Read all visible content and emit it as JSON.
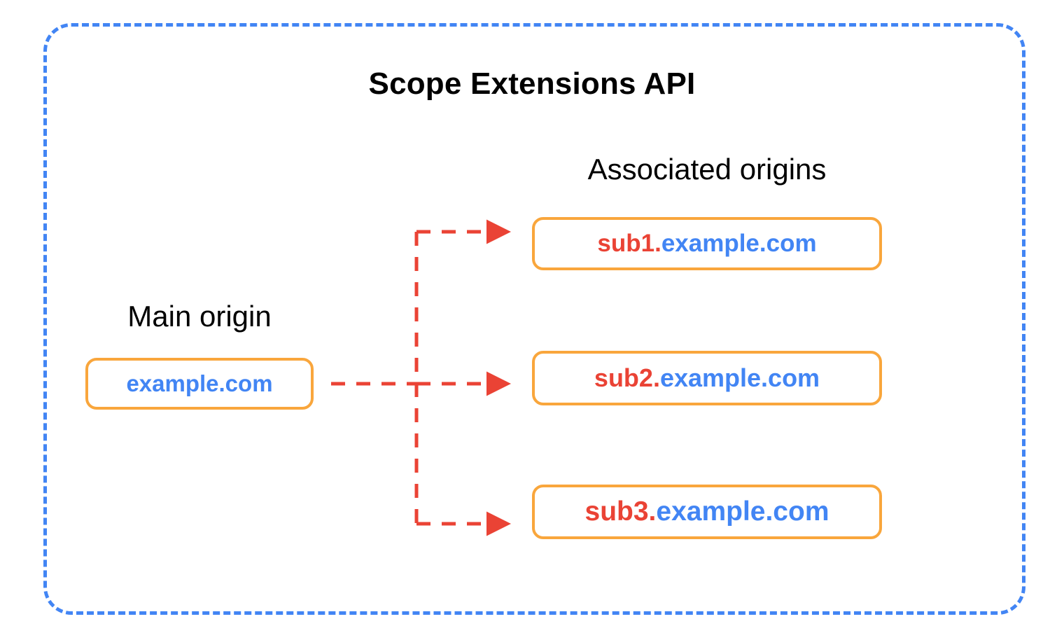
{
  "diagram": {
    "title": "Scope Extensions API",
    "frame_border_color": "#4285F4",
    "background": "#ffffff",
    "connector_color": "#EA4335",
    "box_border_color": "#F9A63C",
    "subdomain_color": "#EA4335",
    "domain_color": "#4285F4"
  },
  "main_origin": {
    "label": "Main origin",
    "box": {
      "subdomain": "",
      "domain": "example.com",
      "full_text": "example.com"
    }
  },
  "associated_origins": {
    "label": "Associated origins",
    "boxes": [
      {
        "subdomain": "sub1.",
        "domain": "example.com",
        "full_text": "sub1.example.com"
      },
      {
        "subdomain": "sub2.",
        "domain": "example.com",
        "full_text": "sub2.example.com"
      },
      {
        "subdomain": "sub3.",
        "domain": "example.com",
        "full_text": "sub3.example.com"
      }
    ]
  }
}
